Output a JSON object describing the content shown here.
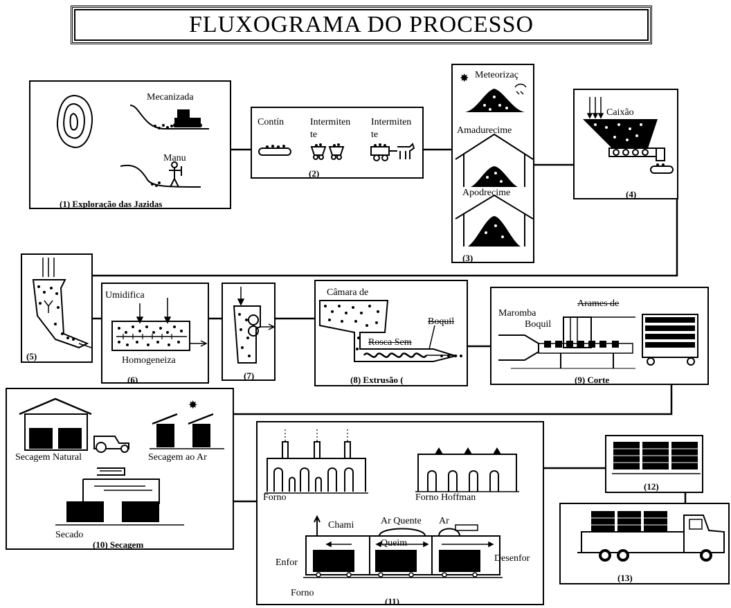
{
  "title": "FLUXOGRAMA DO PROCESSO",
  "steps": {
    "s1": {
      "caption": "(1) Exploração das Jazidas",
      "mecanizada": "Mecanizada",
      "manual": "Manu"
    },
    "s2": {
      "caption": "(2)",
      "continuo": "Contín",
      "intermitente1": "Intermiten",
      "intermitente1b": "te",
      "intermitente2": "Intermiten",
      "intermitente2b": "te"
    },
    "s3": {
      "caption": "(3)",
      "meteorizacao": "Meteorizaç",
      "amadurecimento": "Amadurecime",
      "apodrecimento": "Apodrecime"
    },
    "s4": {
      "caption": "(4)",
      "caixao": "Caixão"
    },
    "s5": {
      "caption": "(5)"
    },
    "s6": {
      "caption": "(6)",
      "umidifica": "Umidifica",
      "homogeneiza": "Homogeneiza"
    },
    "s7": {
      "caption": "(7)"
    },
    "s8": {
      "caption": "(8) Extrusão (",
      "camara": "Câmara de",
      "boquilha": "Boquil",
      "rosca": "Rosca Sem"
    },
    "s9": {
      "caption": "(9) Corte",
      "maromba": "Maromba",
      "boquilha": "Boquil",
      "arames": "Arames de"
    },
    "s10": {
      "caption": "(10) Secagem",
      "natural": "Secagem Natural",
      "ar": "Secagem ao Ar",
      "secador": "Secado"
    },
    "s11": {
      "caption": "(11)",
      "forno": "Forno",
      "hoffman": "Forno Hoffman",
      "chamine": "Chami",
      "ar_quente": "Ar Quente",
      "ar": "Ar",
      "queima": "Queim",
      "enforna": "Enfor",
      "desenforna": "Desenfor",
      "forno_tunel": "Forno"
    },
    "s12": {
      "caption": "(12)"
    },
    "s13": {
      "caption": "(13)"
    }
  }
}
